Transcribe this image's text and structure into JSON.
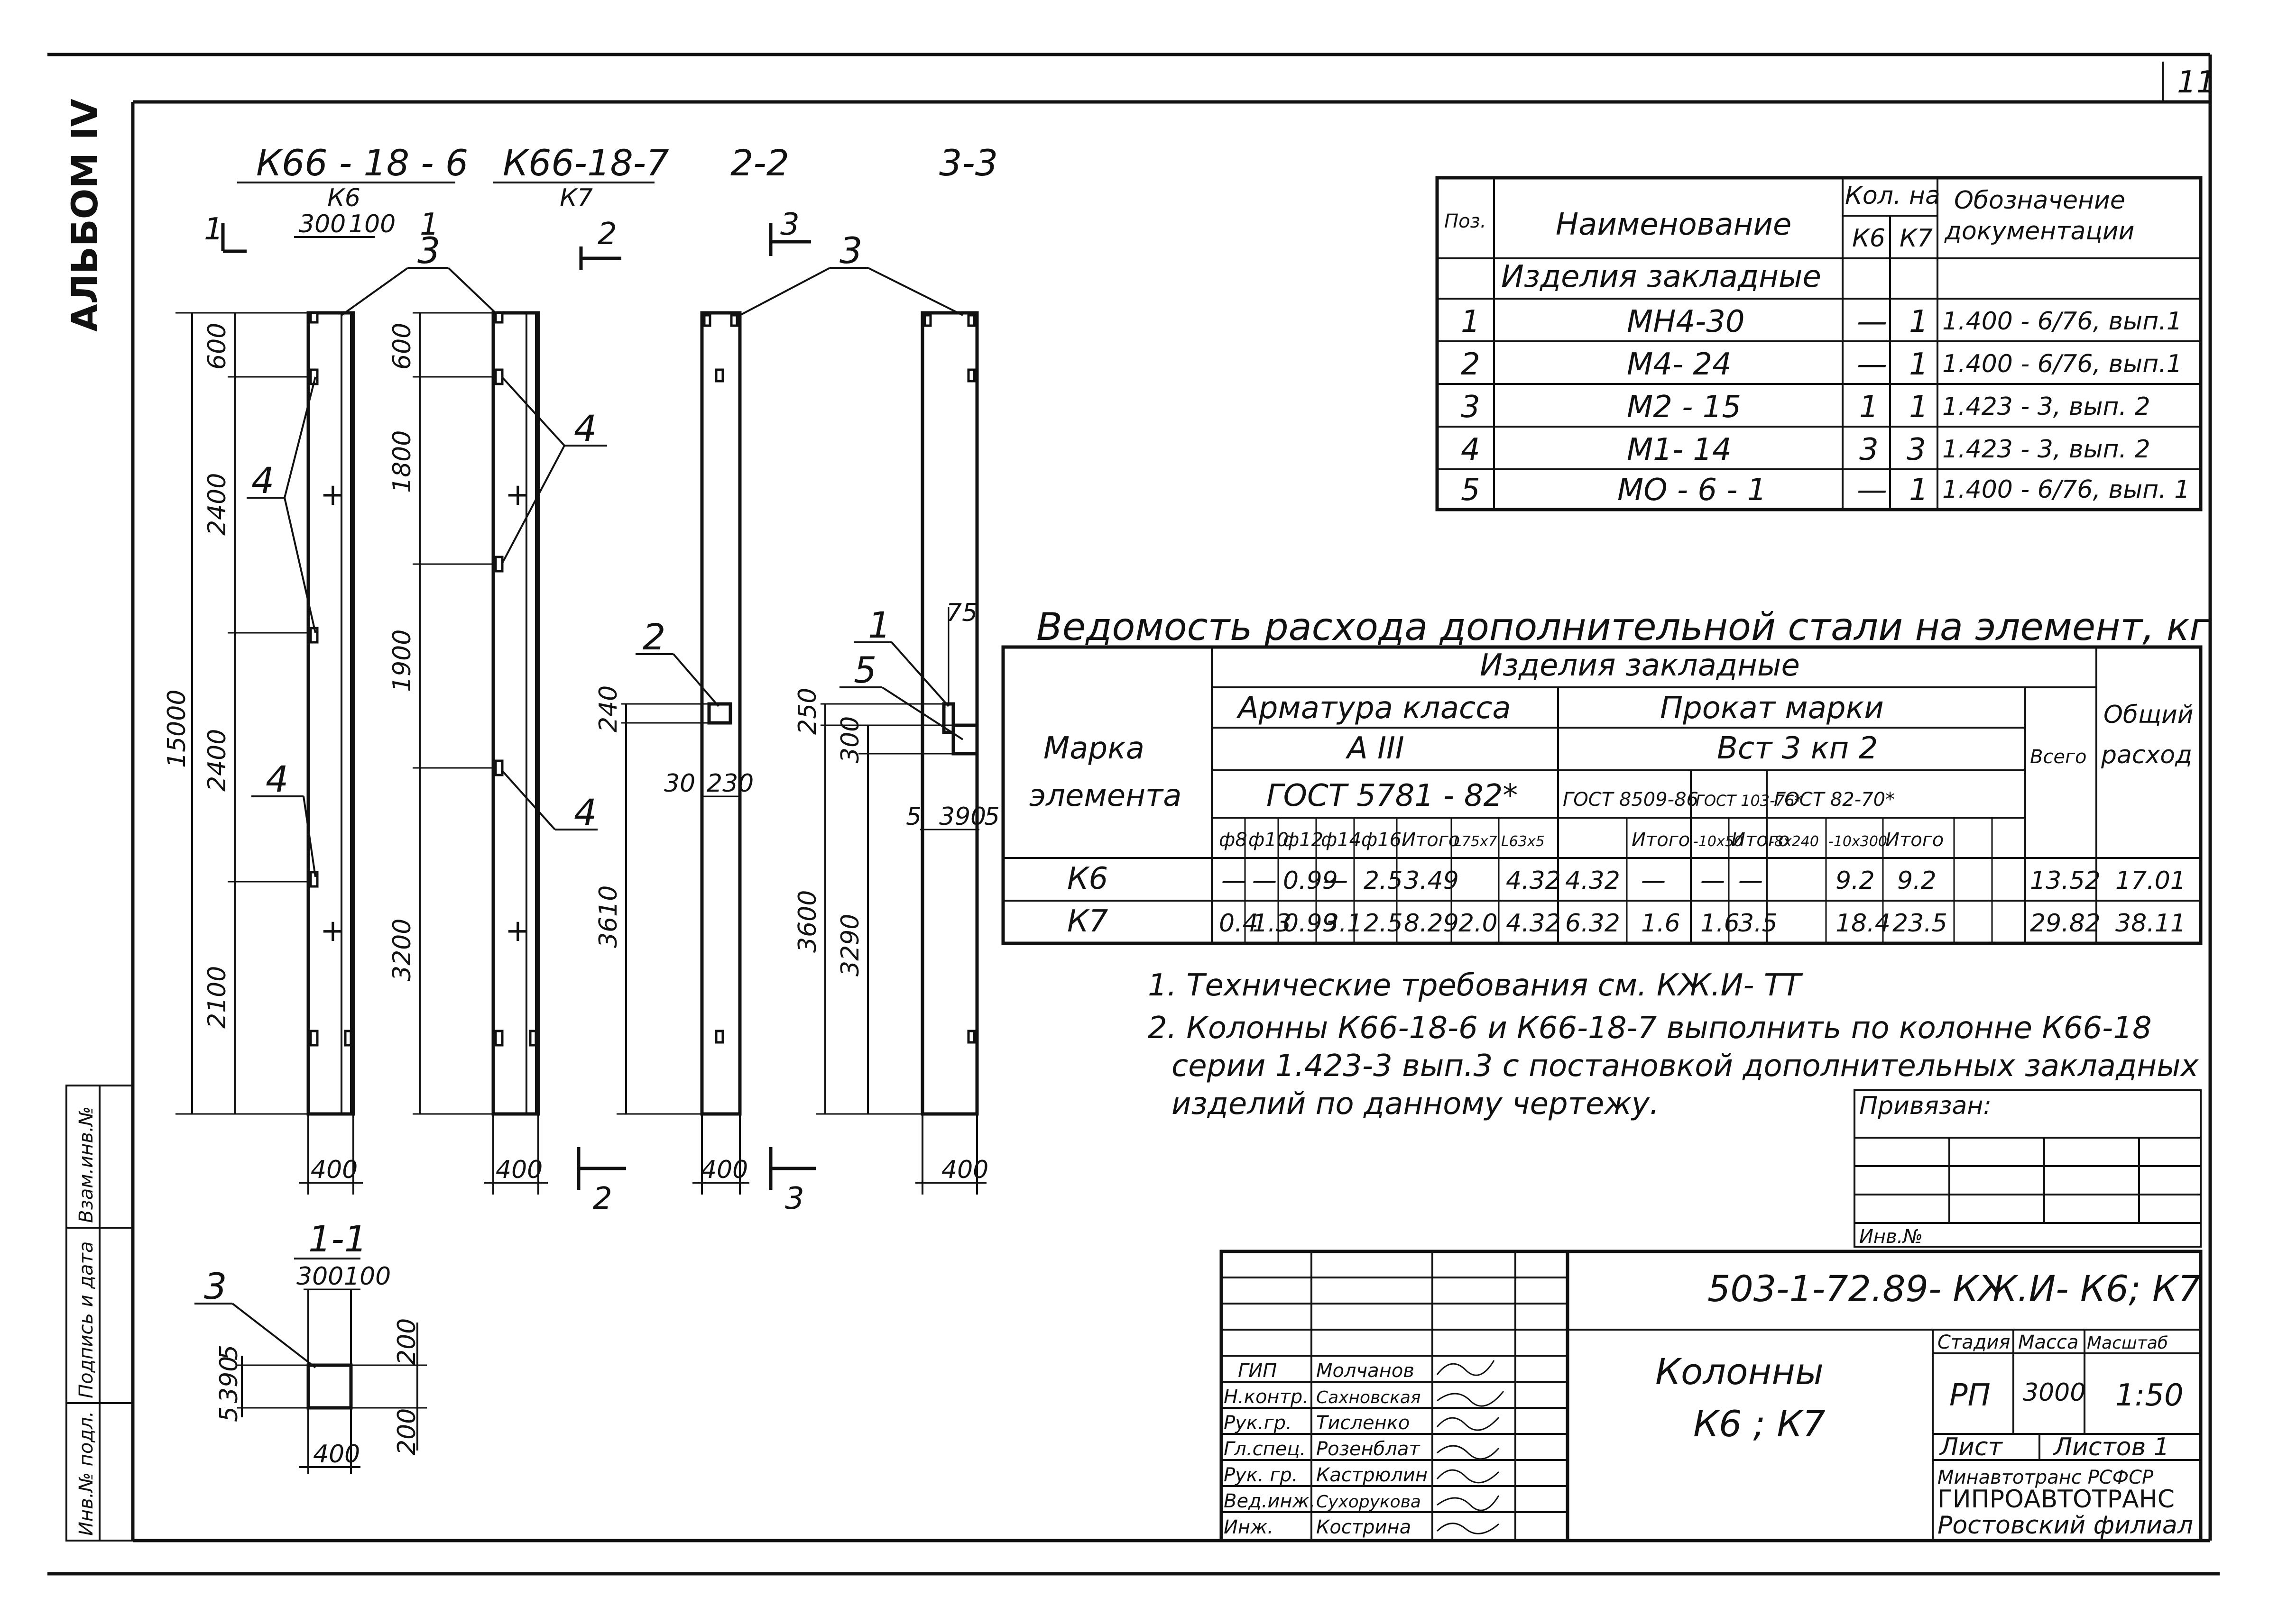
{
  "sheet": {
    "page_number": "11",
    "album_label": "АЛЬБОМ IV",
    "side_stamp": [
      "Инв.№ подл.",
      "Подпись и дата",
      "Взам.инв.№"
    ]
  },
  "views": {
    "k6_title": "К66 - 18 - 6",
    "k6_sub": "К6",
    "k7_title": "К66-18-7",
    "k7_sub": "К7",
    "section_22": "2-2",
    "section_33": "3-3",
    "section_11": "1-1",
    "cut1_mark": "1",
    "cut2_mark": "2",
    "cut3_mark": "3",
    "k6_dims": [
      "600",
      "2400",
      "2400",
      "2100"
    ],
    "k6_total": "15000",
    "k6_top_dims": [
      "300",
      "100"
    ],
    "k6_width": "400",
    "k7_dims": [
      "600",
      "1800",
      "1900",
      "3200"
    ],
    "k7_width": "400",
    "s22_dims": [
      "240",
      "3610"
    ],
    "s22_small": [
      "30",
      "230"
    ],
    "s22_width": "400",
    "s33_dims": [
      "250",
      "300",
      "3600",
      "3290"
    ],
    "s33_small": [
      "75",
      "5",
      "390",
      "5"
    ],
    "s33_width": "400",
    "s11_top": [
      "300",
      "100"
    ],
    "s11_left": [
      "5",
      "390",
      "5"
    ],
    "s11_right": [
      "200",
      "200"
    ],
    "s11_bottom": "400",
    "callouts": [
      "1",
      "2",
      "3",
      "4",
      "5"
    ]
  },
  "parts_table": {
    "headers": {
      "pos": "Поз.",
      "name": "Наименование",
      "qty": "Кол. на",
      "qty_k6": "К6",
      "qty_k7": "К7",
      "doc": "Обозначение документации"
    },
    "group": "Изделия закладные",
    "rows": [
      {
        "pos": "1",
        "name": "МН4-30",
        "k6": "—",
        "k7": "1",
        "doc": "1.400 - 6/76, вып.1"
      },
      {
        "pos": "2",
        "name": "М4- 24",
        "k6": "—",
        "k7": "1",
        "doc": "1.400 - 6/76, вып.1"
      },
      {
        "pos": "3",
        "name": "М2 - 15",
        "k6": "1",
        "k7": "1",
        "doc": "1.423 - 3, вып. 2"
      },
      {
        "pos": "4",
        "name": "М1- 14",
        "k6": "3",
        "k7": "3",
        "doc": "1.423 - 3, вып. 2"
      },
      {
        "pos": "5",
        "name": "МО - 6 - 1",
        "k6": "—",
        "k7": "1",
        "doc": "1.400 - 6/76, вып. 1"
      }
    ]
  },
  "steel_table": {
    "title": "Ведомость расхода дополнительной стали на элемент, кг",
    "mark_header": "Марка элемента",
    "group_header": "Изделия закладные",
    "rebar_header": "Арматура класса",
    "rebar_class": "А III",
    "rebar_gost": "ГОСТ 5781 - 82*",
    "rolled_header": "Прокат марки",
    "rolled_grade": "Вст 3 кп 2",
    "gost_a": "ГОСТ 8509-86",
    "gost_b": "ГОСТ 103-76*",
    "gost_c": "ГОСТ 82-70*",
    "total_header": "Всего",
    "grand_header": "Общий расход",
    "columns": [
      "ф8",
      "ф10",
      "ф12",
      "ф14",
      "ф16",
      "Итого",
      "L75х7",
      "L63х5",
      "Итого",
      "-10х50",
      "Итого",
      "-8х240",
      "-10х300",
      "Итого"
    ],
    "rows": [
      {
        "mark": "К6",
        "values": [
          "—",
          "—",
          "0.99",
          "—",
          "2.5",
          "3.49",
          "",
          "4.32",
          "4.32",
          "—",
          "—",
          "—",
          "9.2",
          "9.2"
        ],
        "total": "13.52",
        "grand": "17.01"
      },
      {
        "mark": "К7",
        "values": [
          "0.4",
          "1.3",
          "0.99",
          "3.1",
          "2.5",
          "8.29",
          "2.0",
          "4.32",
          "6.32",
          "1.6",
          "1.6",
          "3.5",
          "18.4",
          "23.5"
        ],
        "total": "29.82",
        "grand": "38.11"
      }
    ]
  },
  "notes": [
    "1. Технические требования см. КЖ.И- ТТ",
    "2. Колонны К66-18-6 и К66-18-7 выполнить по колонне К66-18",
    "серии 1.423-3 вып.3 с постановкой дополнительных закладных",
    "изделий по данному чертежу."
  ],
  "binding": {
    "title": "Привязан:",
    "inv": "Инв.№"
  },
  "title_block": {
    "code": "503-1-72.89- КЖ.И- К6; К7",
    "name_line1": "Колонны",
    "name_line2": "К6 ; К7",
    "stage_header": "Стадия",
    "mass_header": "Масса",
    "scale_header": "Масштаб",
    "stage": "РП",
    "mass": "3000",
    "scale": "1:50",
    "sheet_label": "Лист",
    "sheets_label": "Листов 1",
    "org1": "Минавтотранс РСФСР",
    "org2": "ГИПРОАВТОТРАНС",
    "org3": "Ростовский филиал",
    "signers": [
      {
        "role": "ГИП",
        "name": "Молчанов"
      },
      {
        "role": "Н.контр.",
        "name": "Сахновская"
      },
      {
        "role": "Рук.гр.",
        "name": "Тисленко"
      },
      {
        "role": "Гл.спец.",
        "name": "Розенблат"
      },
      {
        "role": "Рук. гр.",
        "name": "Кастрюлин"
      },
      {
        "role": "Вед.инж.",
        "name": "Сухорукова"
      },
      {
        "role": "Инж.",
        "name": "Кострина"
      }
    ]
  }
}
